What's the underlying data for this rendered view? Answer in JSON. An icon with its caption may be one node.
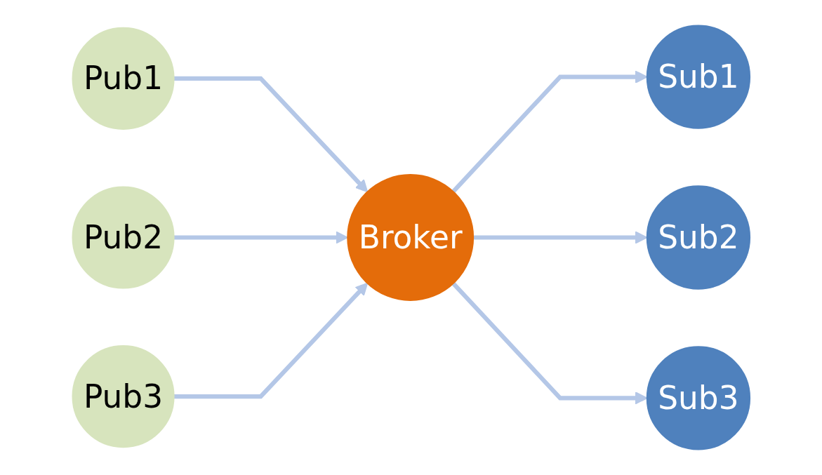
{
  "diagram": {
    "nodes": [
      {
        "text": [
          "Pub1"
        ]
      },
      {
        "text": [
          "Pub2"
        ]
      },
      {
        "text": [
          "Pub3"
        ]
      },
      {
        "text": [
          "Broker"
        ]
      },
      {
        "text": [
          "Sub1"
        ]
      },
      {
        "text": [
          "Sub2"
        ]
      },
      {
        "text": [
          "Sub3"
        ]
      }
    ],
    "edges": [
      {
        "from": 0,
        "to": 3,
        "arrow": "to"
      },
      {
        "from": 1,
        "to": 3,
        "arrow": "to"
      },
      {
        "from": 2,
        "to": 3,
        "arrow": "to"
      },
      {
        "from": 3,
        "to": 4,
        "arrow": "to"
      },
      {
        "from": 3,
        "to": 5,
        "arrow": "to"
      },
      {
        "from": 3,
        "to": 6,
        "arrow": "to"
      }
    ]
  }
}
